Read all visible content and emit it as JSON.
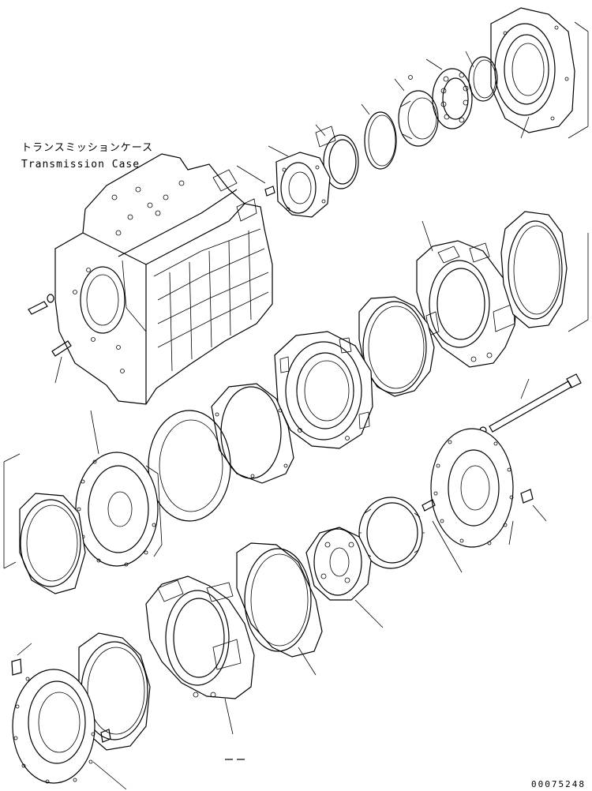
{
  "labels": {
    "case_jp": "トランスミッションケース",
    "case_en": "Transmission Case",
    "drawing_number": "00075248"
  }
}
